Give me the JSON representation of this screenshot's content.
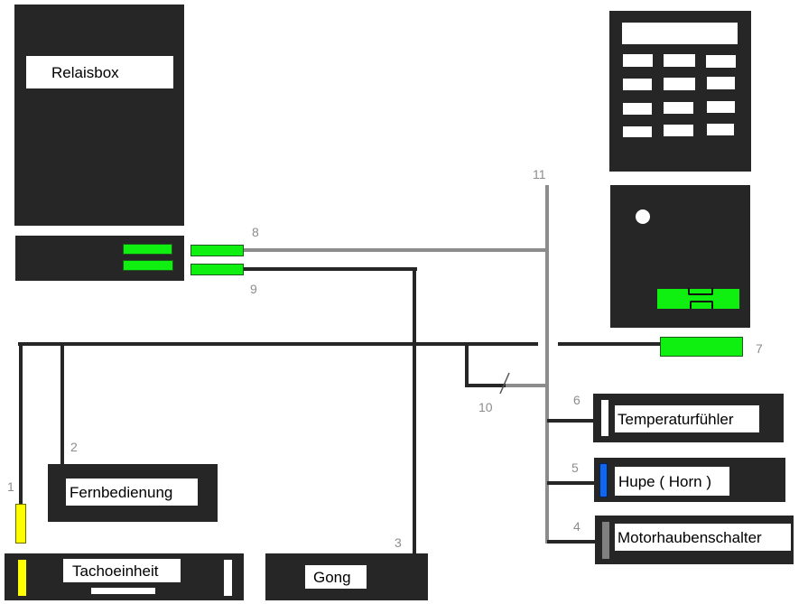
{
  "diagram": {
    "colors": {
      "device_body": "#262626",
      "wire_black": "#262626",
      "wire_gray": "#8c8c8c",
      "connector_green": "#10f010",
      "marker_yellow": "#ffff00",
      "marker_blue": "#1166ee",
      "marker_gray": "#808080",
      "label_bg": "#ffffff"
    },
    "devices": {
      "relaisbox": {
        "label": "Relaisbox"
      },
      "fernbedienung": {
        "label": "Fernbedienung"
      },
      "tachoeinheit": {
        "label": "Tachoeinheit"
      },
      "gong": {
        "label": "Gong"
      },
      "temperaturfuehler": {
        "label": "Temperaturfühler"
      },
      "hupe": {
        "label": "Hupe ( Horn )"
      },
      "motorhaubenschalter": {
        "label": "Motorhaubenschalter"
      },
      "keypad": {
        "label": ""
      },
      "control_unit": {
        "label": ""
      }
    },
    "wire_numbers": {
      "w1": "1",
      "w2": "2",
      "w3": "3",
      "w4": "4",
      "w5": "5",
      "w6": "6",
      "w7": "7",
      "w8": "8",
      "w9": "9",
      "w10": "10",
      "w11": "11"
    }
  }
}
